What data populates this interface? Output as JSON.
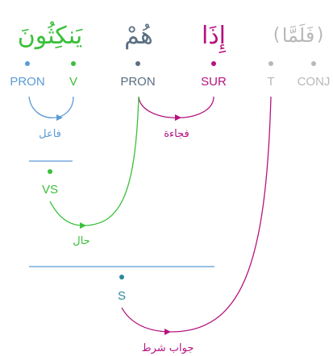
{
  "colors": {
    "blue": "#5b9bd5",
    "green": "#3ac03a",
    "slate": "#5b6e82",
    "magenta": "#b5127e",
    "gray": "#b8b8b8",
    "teal": "#2a8a9a",
    "line_blue": "#5b9bd5"
  },
  "words": [
    {
      "text": "يَنكِثُونَ",
      "color": "green"
    },
    {
      "text": "هُمْ",
      "color": "slate"
    },
    {
      "text": "إِذَا",
      "color": "magenta"
    },
    {
      "text": "فَلَمَّا",
      "color": "gray",
      "parenthesized": true
    }
  ],
  "tags": {
    "pron_1": "PRON",
    "v": "V",
    "pron_2": "PRON",
    "sur": "SUR",
    "t": "T",
    "conj": "CONJ",
    "vs": "VS",
    "s": "S"
  },
  "relations": {
    "fael": "فاعل",
    "fujaa": "فجاءة",
    "hal": "حال",
    "jawab_shart": "جواب شرط"
  }
}
